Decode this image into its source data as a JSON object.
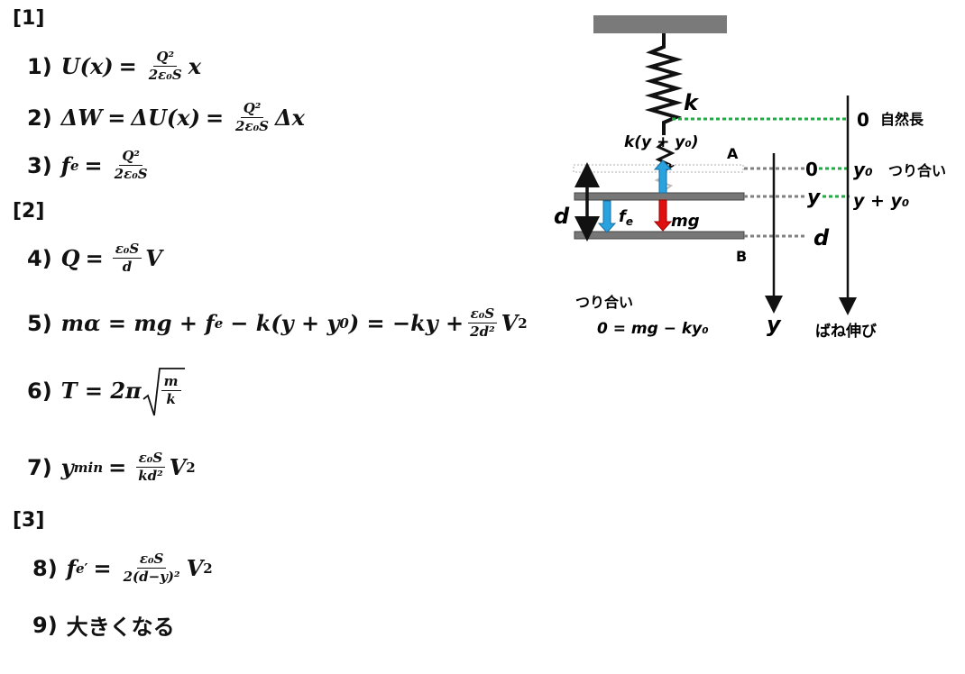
{
  "sections": {
    "s1": "[1]",
    "s2": "[2]",
    "s3": "[3]"
  },
  "answers": {
    "q1": {
      "num": "1)",
      "lhs": "U(x)",
      "eq": "=",
      "frac_num": "Q²",
      "frac_den": "2ε₀S",
      "rhs": "x"
    },
    "q2": {
      "num": "2)",
      "lhs": "ΔW",
      "eq1": "=",
      "mid": "ΔU(x)",
      "eq2": "=",
      "frac_num": "Q²",
      "frac_den": "2ε₀S",
      "rhs": "Δx"
    },
    "q3": {
      "num": "3)",
      "lhs": "f",
      "lhs_sub": "e",
      "eq": "=",
      "frac_num": "Q²",
      "frac_den": "2ε₀S"
    },
    "q4": {
      "num": "4)",
      "lhs": "Q",
      "eq": "=",
      "frac_num": "ε₀S",
      "frac_den": "d",
      "rhs": "V"
    },
    "q5": {
      "num": "5)",
      "part1": "mα = mg + f",
      "sub_e": "e",
      "part2": "− k(y + y",
      "sub_0": "0",
      "part3": ") = −ky +",
      "frac_num": "ε₀S",
      "frac_den": "2d²",
      "rhs": "V",
      "rhs_sup": "2"
    },
    "q6": {
      "num": "6)",
      "lhs": "T = 2π",
      "frac_num": "m",
      "frac_den": "k"
    },
    "q7": {
      "num": "7)",
      "lhs": "y",
      "lhs_sub": "min",
      "eq": "=",
      "frac_num": "ε₀S",
      "frac_den": "kd²",
      "rhs": "V",
      "rhs_sup": "2"
    },
    "q8": {
      "num": "8)",
      "lhs": "f",
      "lhs_sub": "e",
      "lhs_prime": "′",
      "eq": "=",
      "frac_num": "ε₀S",
      "frac_den": "2(d−y)²",
      "rhs": "V",
      "rhs_sup": "2"
    },
    "q9": {
      "num": "9)",
      "text": "大きくなる"
    }
  },
  "diagram": {
    "k": "k",
    "spring_force": "k(y + y₀)",
    "plate_a": "A",
    "plate_b": "B",
    "d_left": "d",
    "fe": "f",
    "fe_sub": "e",
    "mg": "mg",
    "y_label_1": "0",
    "y_label_2": "y",
    "y_label_3": "d",
    "ext_label_1": "0",
    "ext_label_1_text": "自然長",
    "ext_label_2": "y₀",
    "ext_label_2_text": "つり合い",
    "ext_label_3": "y + y₀",
    "balance_title": "つり合い",
    "balance_eq": "0 = mg − ky₀",
    "y_axis": "y",
    "ext_axis": "ばね伸び",
    "colors": {
      "green": "#22aa44",
      "blue": "#29a3e0",
      "red": "#e01010",
      "gray": "#808080"
    }
  }
}
